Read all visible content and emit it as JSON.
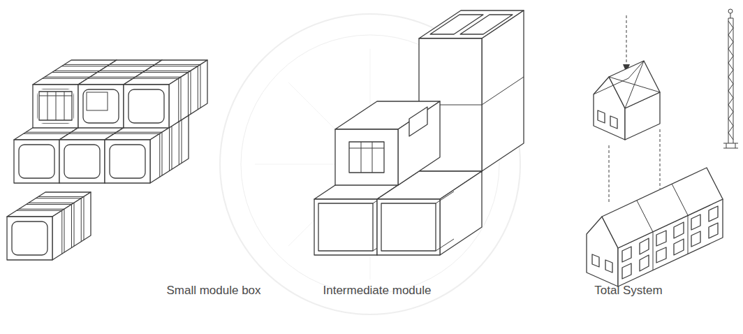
{
  "diagram": {
    "labels": [
      "Small module box",
      "Intermediate module",
      "Total System"
    ]
  }
}
